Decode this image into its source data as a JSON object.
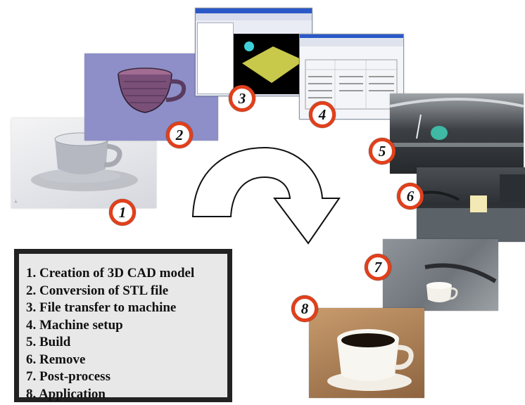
{
  "steps": [
    {
      "number": "1",
      "label": "1. Creation of 3D CAD model"
    },
    {
      "number": "2",
      "label": "2. Conversion of STL file"
    },
    {
      "number": "3",
      "label": "3. File transfer to machine"
    },
    {
      "number": "4",
      "label": "4. Machine setup"
    },
    {
      "number": "5",
      "label": "5. Build"
    },
    {
      "number": "6",
      "label": "6. Remove"
    },
    {
      "number": "7",
      "label": "7. Post-process"
    },
    {
      "number": "8",
      "label": "8. Application"
    }
  ],
  "colors": {
    "badge_ring": "#e0401c",
    "legend_border": "#222222",
    "legend_bg": "#e8e8e8",
    "stl_panel_bg": "#8e8fc8"
  }
}
